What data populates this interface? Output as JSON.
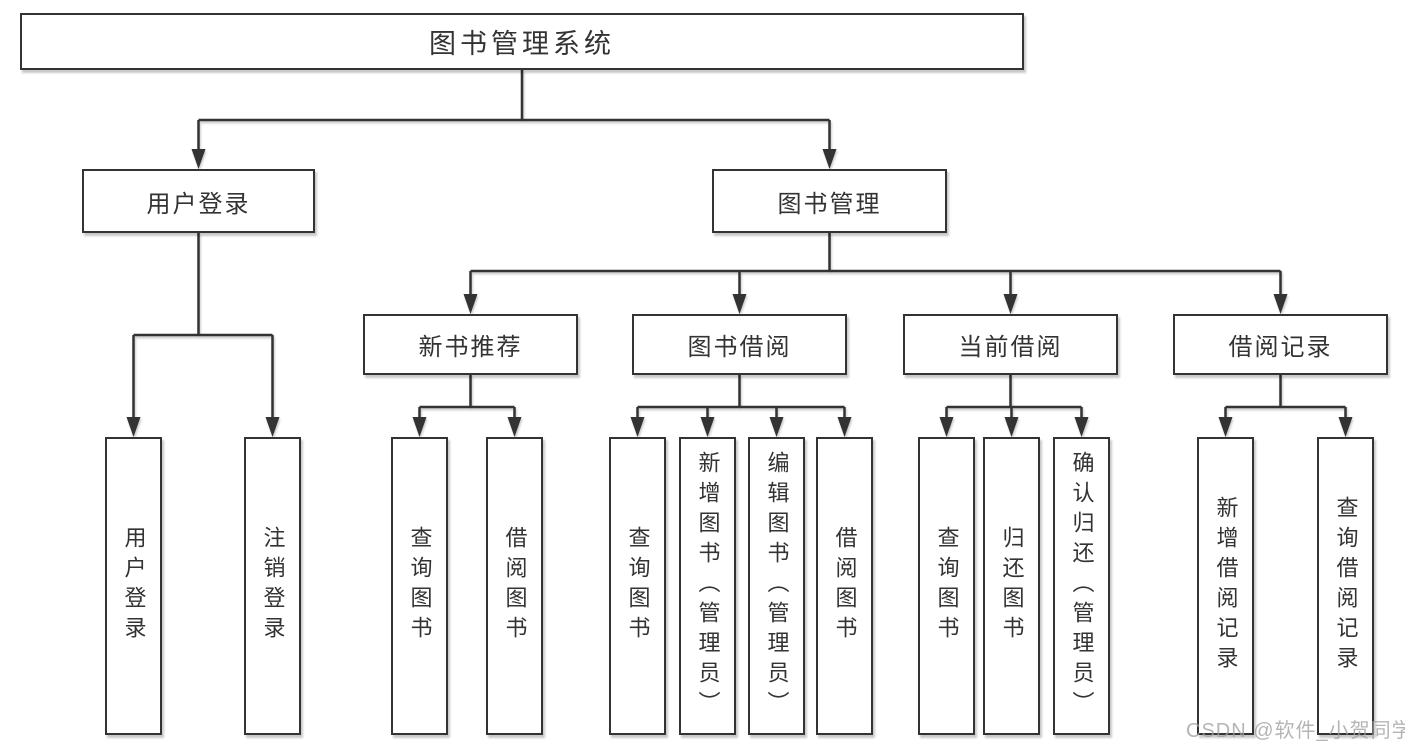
{
  "tree": {
    "label": "图书管理系统",
    "children": [
      {
        "label": "用户登录",
        "children": [
          {
            "label": "用户登录"
          },
          {
            "label": "注销登录"
          }
        ]
      },
      {
        "label": "图书管理",
        "children": [
          {
            "label": "新书推荐",
            "children": [
              {
                "label": "查询图书"
              },
              {
                "label": "借阅图书"
              }
            ]
          },
          {
            "label": "图书借阅",
            "children": [
              {
                "label": "查询图书"
              },
              {
                "label": "新增图书（管理员）"
              },
              {
                "label": "编辑图书（管理员）"
              },
              {
                "label": "借阅图书"
              }
            ]
          },
          {
            "label": "当前借阅",
            "children": [
              {
                "label": "查询图书"
              },
              {
                "label": "归还图书"
              },
              {
                "label": "确认归还（管理员）"
              }
            ]
          },
          {
            "label": "借阅记录",
            "children": [
              {
                "label": "新增借阅记录"
              },
              {
                "label": "查询借阅记录"
              }
            ]
          }
        ]
      }
    ]
  },
  "watermark": "CSDN @软件_小贺同学",
  "colors": {
    "line": "#333333",
    "box_border": "#333333",
    "box_fill": "#ffffff",
    "text": "#333333",
    "watermark": "#a0a0a0"
  }
}
